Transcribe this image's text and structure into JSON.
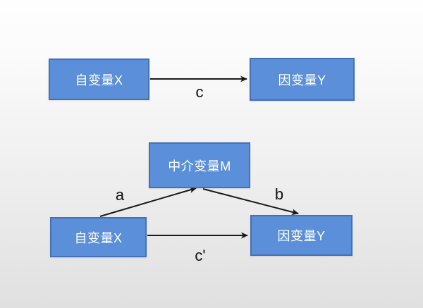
{
  "slide": {
    "background_top": "#fefefe",
    "background_bottom": "#e0e0e0"
  },
  "colors": {
    "box_fill": "#5b8fd9",
    "box_border": "#4471b5",
    "box_text": "#ffffff",
    "arrow": "#1a1a1a",
    "label_text": "#111111"
  },
  "boxes": {
    "top_x": "自变量X",
    "top_y": "因变量Y",
    "mediator": "中介变量M",
    "bottom_x": "自变量X",
    "bottom_y": "因变量Y"
  },
  "path_labels": {
    "c": "c",
    "a": "a",
    "b": "b",
    "c_prime": "c'"
  }
}
